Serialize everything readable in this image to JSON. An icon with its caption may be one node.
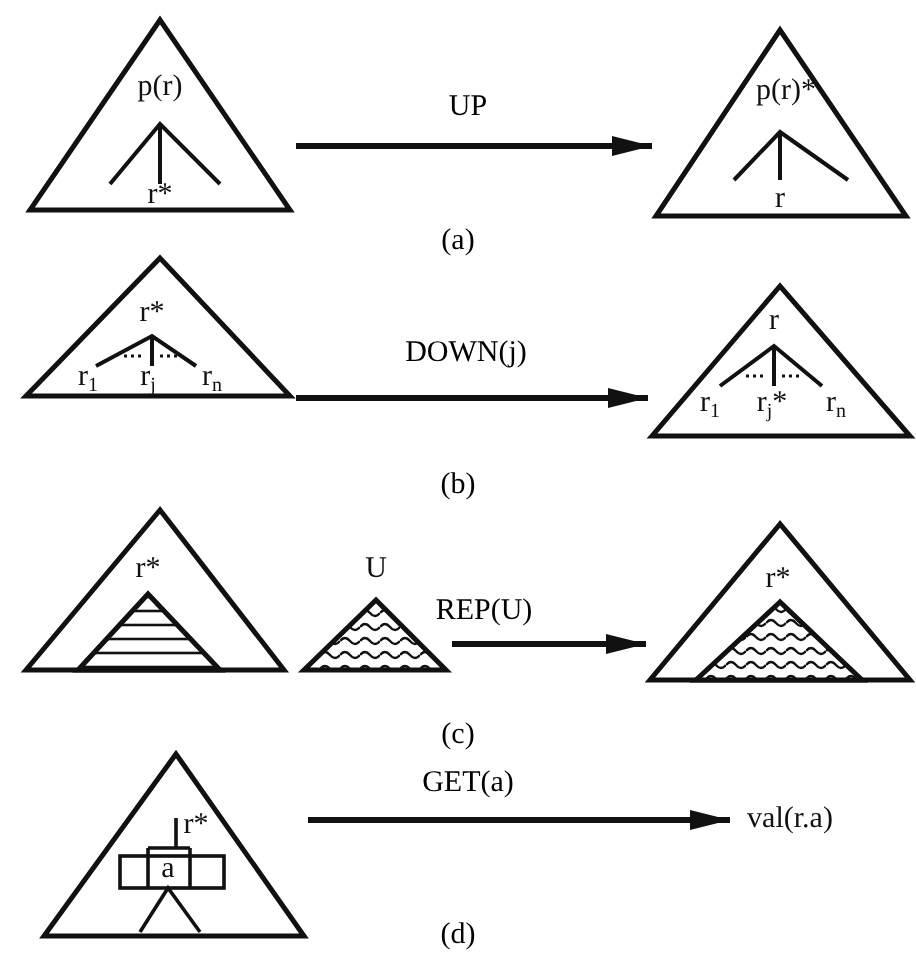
{
  "diagram": {
    "nodes": [
      {
        "text": [
          "p(r)",
          "r*"
        ]
      },
      {
        "text": [
          "p(r)*",
          "r"
        ]
      },
      {
        "text": [
          "r*",
          "r$_{1}$",
          "r$_{j}$",
          "r$_{n}$"
        ]
      },
      {
        "text": [
          "r",
          "r$_{1}$",
          "r$_{j}$*",
          "r$_{n}$"
        ]
      },
      {
        "text": [
          "r*"
        ]
      },
      {
        "text": [
          "U"
        ]
      },
      {
        "text": [
          "r*"
        ]
      },
      {
        "text": [
          "r*",
          "a"
        ]
      },
      {
        "text": [
          "val(r.a)"
        ]
      }
    ],
    "edges": [
      {
        "from": 0,
        "to": 1,
        "arrow": "to",
        "label": "UP"
      },
      {
        "from": 2,
        "to": 3,
        "arrow": "to",
        "label": "DOWN(j)"
      },
      {
        "from": 5,
        "to": 6,
        "arrow": "to",
        "label": "REP(U)"
      },
      {
        "from": 7,
        "to": 8,
        "arrow": "to",
        "label": "GET(a)"
      }
    ],
    "labels": [
      "(a)",
      "(b)",
      "(c)",
      "(d)"
    ]
  }
}
